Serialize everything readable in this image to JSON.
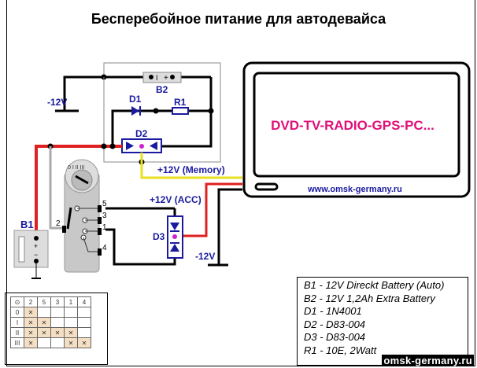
{
  "title": "Бесперебойное питание для автодевайса",
  "device": {
    "screen_text": "DVD-TV-RADIO-GPS-PC...",
    "url": "www.omsk-germany.ru"
  },
  "labels": {
    "minus12v_top": "-12V",
    "minus12v_bottom": "-12V",
    "b2": "B2",
    "b2_terminals": "- I + -",
    "d1": "D1",
    "r1": "R1",
    "d2": "D2",
    "d3": "D3",
    "b1": "B1",
    "memory": "+12V (Memory)",
    "acc": "+12V (ACC)",
    "pin5": "5",
    "pin3": "3",
    "pin1": "1",
    "pin4": "4",
    "pin2": "2",
    "b1_plus": "+",
    "b1_minus": "−"
  },
  "legend": [
    "B1 - 12V Direckt Battery (Auto)",
    "B2 - 12V 1,2Ah Extra Battery",
    "D1 - 1N4001",
    "D2 - D83-004",
    "D3 - D83-004",
    "R1 - 10E, 2Watt"
  ],
  "switch_table": {
    "header": [
      "⊙",
      "2",
      "5",
      "3",
      "1",
      "4"
    ],
    "rows": [
      {
        "pos": "0",
        "cells": [
          "✕",
          "",
          "",
          "",
          ""
        ]
      },
      {
        "pos": "I",
        "cells": [
          "✕",
          "✕",
          "",
          "",
          ""
        ]
      },
      {
        "pos": "II",
        "cells": [
          "✕",
          "✕",
          "✕",
          "✕",
          ""
        ]
      },
      {
        "pos": "III",
        "cells": [
          "✕",
          "",
          "",
          "✕",
          "✕"
        ]
      }
    ]
  },
  "colors": {
    "wire_black": "#000000",
    "wire_red": "#e02020",
    "wire_yellow": "#e8e020",
    "label_blue": "#1a1aa0",
    "screen_text": "#e0107a",
    "junction_pink": "#d020d0"
  },
  "watermark": "omsk-germany.ru"
}
